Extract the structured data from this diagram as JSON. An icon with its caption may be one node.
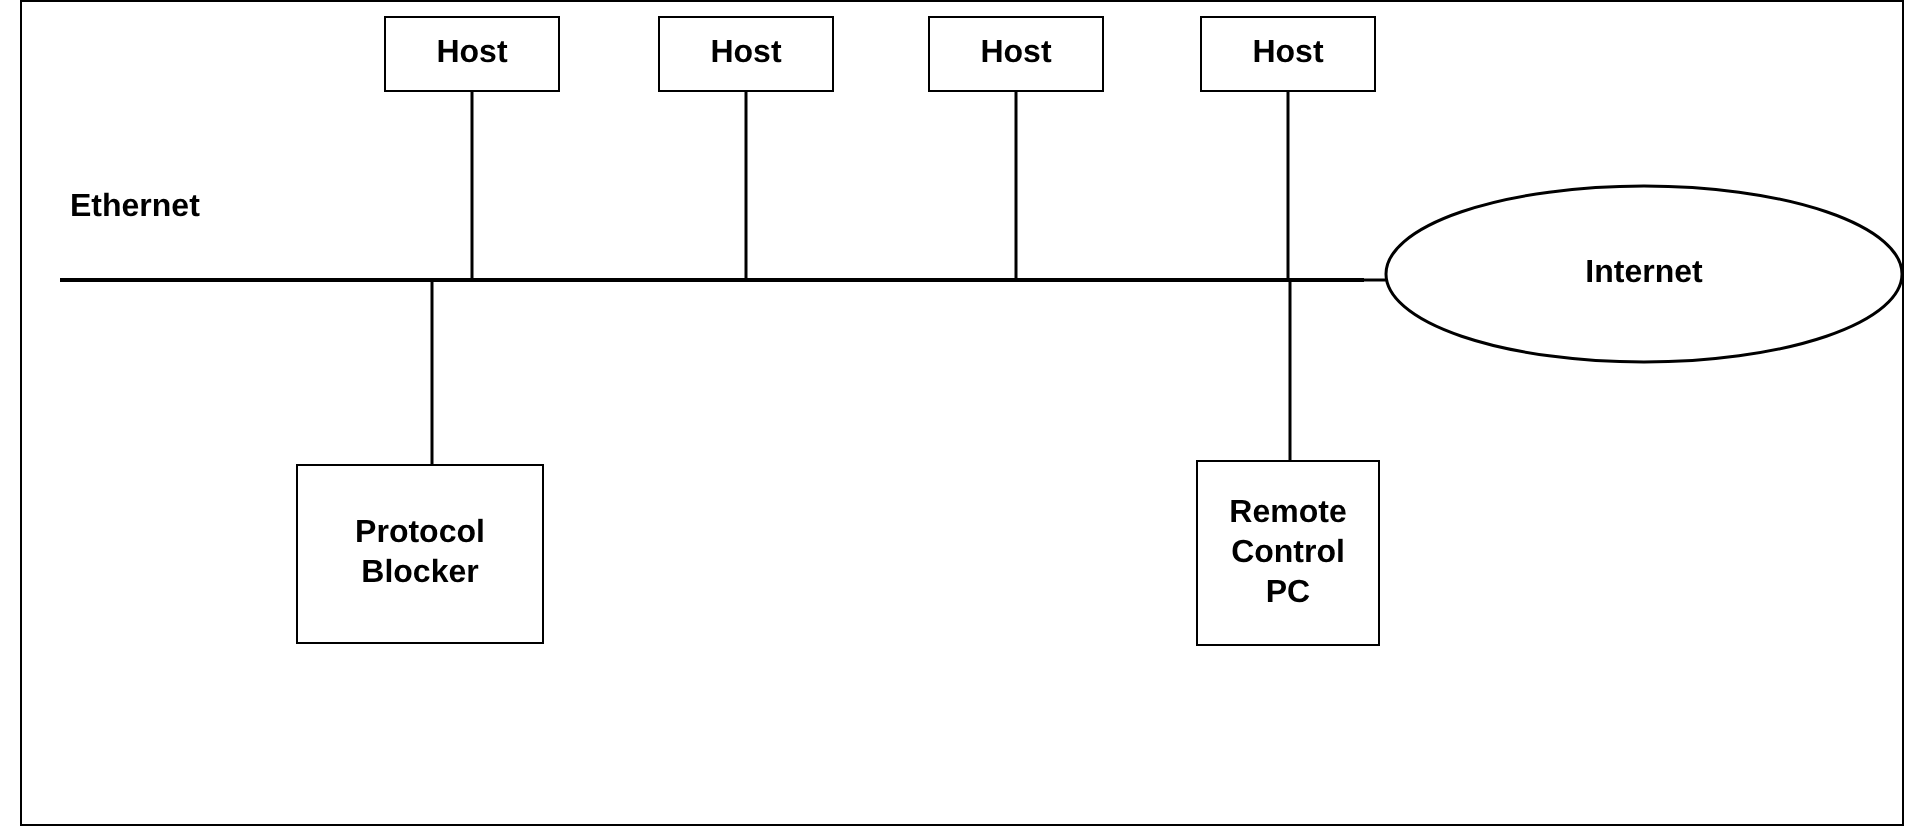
{
  "diagram": {
    "nodes": [
      {
        "text": [
          "Host"
        ]
      },
      {
        "text": [
          "Host"
        ]
      },
      {
        "text": [
          "Host"
        ]
      },
      {
        "text": [
          "Host"
        ]
      },
      {
        "text": [
          "Ethernet"
        ]
      },
      {
        "text": [
          "Internet"
        ]
      },
      {
        "text": [
          "Protocol Blocker"
        ]
      },
      {
        "text": [
          "Remote Control PC"
        ]
      }
    ],
    "edges": [
      {
        "from": 0,
        "to": 4,
        "arrow": "none"
      },
      {
        "from": 1,
        "to": 4,
        "arrow": "none"
      },
      {
        "from": 2,
        "to": 4,
        "arrow": "none"
      },
      {
        "from": 3,
        "to": 4,
        "arrow": "none"
      },
      {
        "from": 4,
        "to": 5,
        "arrow": "none"
      },
      {
        "from": 4,
        "to": 6,
        "arrow": "none"
      },
      {
        "from": 4,
        "to": 7,
        "arrow": "none"
      }
    ]
  }
}
